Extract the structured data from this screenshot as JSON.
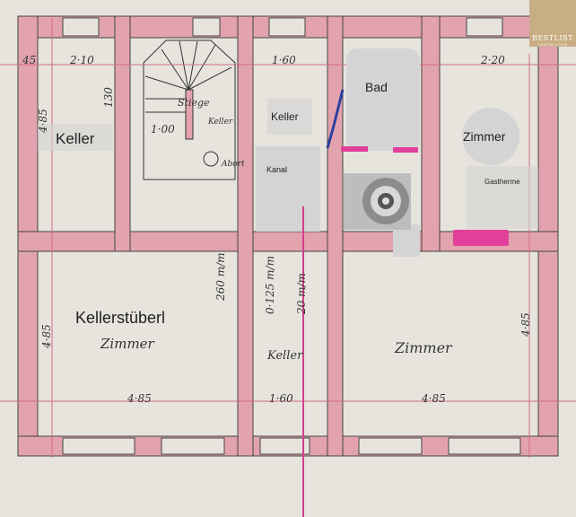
{
  "rooms": {
    "keller_left": "Keller",
    "stair_hand": "Stiege",
    "stair_keller_hand": "Keller",
    "abort_hand": "Abort",
    "keller_mid": "Keller",
    "kanal": "Kanal",
    "bad": "Bad",
    "zimmer_upper": "Zimmer",
    "gastherme": "Gastherme",
    "kellerstueberl": "Kellerstüberl",
    "zimmer_lower_left_hand": "Zimmer",
    "keller_lower_hand": "Keller",
    "zimmer_lower_right_hand": "Zimmer"
  },
  "dimensions": {
    "w_keller_left": "2·10",
    "w_keller_mid": "1·60",
    "w_zimmer_upper": "2·20",
    "w_stair": "1·00",
    "h_upper": "4·85",
    "wall": "45",
    "h130": "130",
    "h260": "260 m/m",
    "w_lower_left": "4·85",
    "w_lower_mid": "1·60",
    "w_lower_right": "4·85",
    "vertical_lower_left": "4·85",
    "vertical_lower_right": "4·85",
    "mid_note": "0·125 m/m",
    "mid_note2": "20 m/m"
  },
  "logo": {
    "line1": "BESTLIST",
    "line2": "IMMOBILIEN"
  },
  "colors": {
    "paper": "#e6e4dc",
    "wall": "#e2a3ae",
    "overlay": "#d4d4d4",
    "magenta": "#e0409a",
    "logo": "#c9ad84"
  }
}
